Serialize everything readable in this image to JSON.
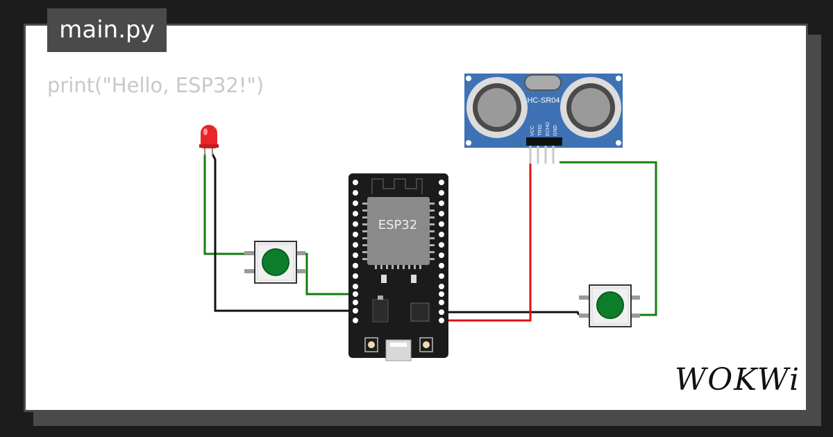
{
  "editor": {
    "file_name": "main.py",
    "code": "print(\"Hello, ESP32!\")"
  },
  "components": {
    "sensor": {
      "label": "HC-SR04",
      "pins": [
        "VCC",
        "TRIG",
        "ECHO",
        "GND"
      ]
    },
    "board": {
      "label": "ESP32"
    },
    "led": {
      "color": "#e8262a"
    },
    "button_color": "#0c7d2a"
  },
  "wire_colors": {
    "green": "#137d0f",
    "black": "#111111",
    "red": "#e01010"
  },
  "branding": {
    "logo": "WOKWi"
  }
}
